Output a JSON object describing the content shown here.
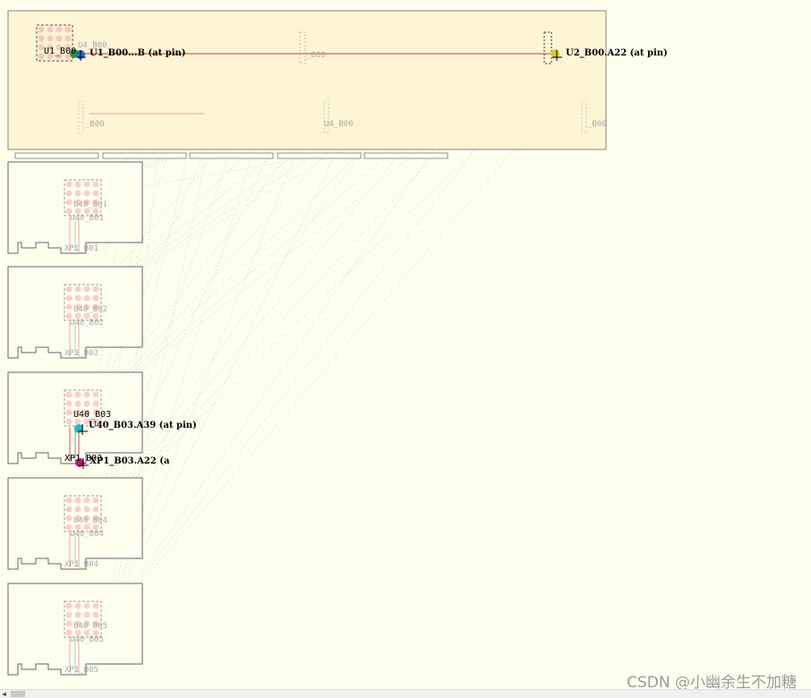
{
  "board": {
    "labels_main": {
      "u1": "U1_B00",
      "u4_top": "U4_B00",
      "ghost_top": "_B00",
      "ghost_left": "_B00",
      "u4_mid": "U4_B00",
      "ghost_right": "_B00"
    },
    "probe_left": "U1_B00...B (at pin)",
    "probe_right": "U2_B00.A22 (at pin)",
    "sub_boards": [
      {
        "u40": "U40_B01",
        "xp": "XP1_B01",
        "mid": "U40_B01"
      },
      {
        "u40": "U40_B02",
        "xp": "XP1_B02",
        "mid": "U40_B02"
      },
      {
        "u40": "U40_B03",
        "xp": "XP1_B03",
        "mid": "U40_B03"
      },
      {
        "u40": "U40_B04",
        "xp": "XP1_B04",
        "mid": "U40_B04"
      },
      {
        "u40": "U40_B05",
        "xp": "XP1_B05",
        "mid": "U40_B05"
      }
    ],
    "probe_b03_top": "U40_B03.A39 (at pin)",
    "probe_b03_bottom": "XP1_B03.A22 (a"
  },
  "colors": {
    "main_fill": "#fdf5d3",
    "sub_fill": "#fffff0",
    "net_red": "#e05050",
    "pad": "#f8c8c0"
  },
  "watermark": "CSDN @小幽余生不加糖"
}
